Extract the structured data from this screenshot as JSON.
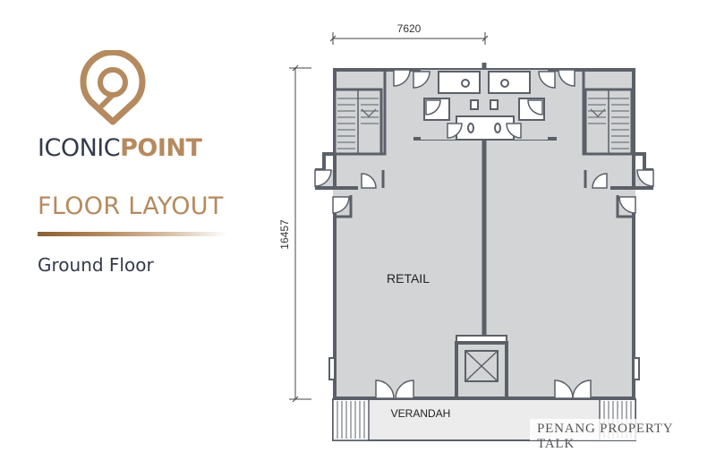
{
  "brand": {
    "name_part1": "ICONIC",
    "name_part2": "POINT",
    "logo_icon": "location-pin-logo-icon",
    "accent_color": "#b58a5f",
    "dark_color": "#343a4a"
  },
  "heading": {
    "title": "FLOOR LAYOUT",
    "subtitle": "Ground Floor"
  },
  "plan": {
    "width_dimension": "7620",
    "depth_dimension": "16457",
    "room_label": "RETAIL",
    "front_label": "VERANDAH",
    "wall_color": "#5b6068",
    "floor_color": "#d2d4d6"
  },
  "watermark": {
    "text": "PENANG PROPERTY TALK"
  }
}
